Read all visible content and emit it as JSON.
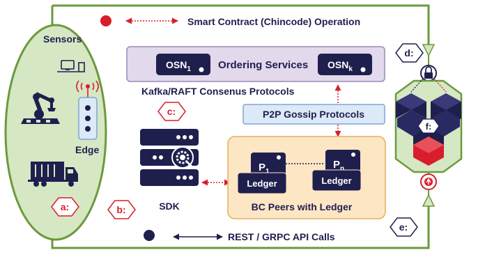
{
  "legend": {
    "smart_contract": "Smart Contract (Chincode) Operation",
    "rest_api": "REST / GRPC API Calls"
  },
  "sensors": {
    "title": "Sensors",
    "edge_label": "Edge"
  },
  "ordering": {
    "osn_first": {
      "base": "OSN",
      "sub": "1"
    },
    "osn_last": {
      "base": "OSN",
      "sub": "k"
    },
    "title": "Ordering Services"
  },
  "consensus_label": "Kafka/RAFT Consenus Protocols",
  "gossip_label": "P2P Gossip Protocols",
  "sdk_label": "SDK",
  "peers": {
    "title": "BC Peers with Ledger",
    "peer_first": {
      "base": "P",
      "sub": "1",
      "ledger": "Ledger"
    },
    "peer_last": {
      "base": "P",
      "sub": "n",
      "ledger": "Ledger"
    }
  },
  "markers": {
    "a": "a:",
    "b": "b:",
    "c": "c:",
    "d": "d:",
    "e": "e:",
    "f": "f:"
  },
  "colors": {
    "green_border": "#6b9a3c",
    "green_fill": "#d6e7c4",
    "purple_fill": "#e2d9ec",
    "purple_border": "#9b88b6",
    "navy": "#1f1f4e",
    "red": "#d81e2c",
    "peach_fill": "#fde6c4",
    "peach_border": "#e0b25c",
    "gossip_fill": "#dce9f7",
    "gossip_border": "#7fa6d6"
  }
}
